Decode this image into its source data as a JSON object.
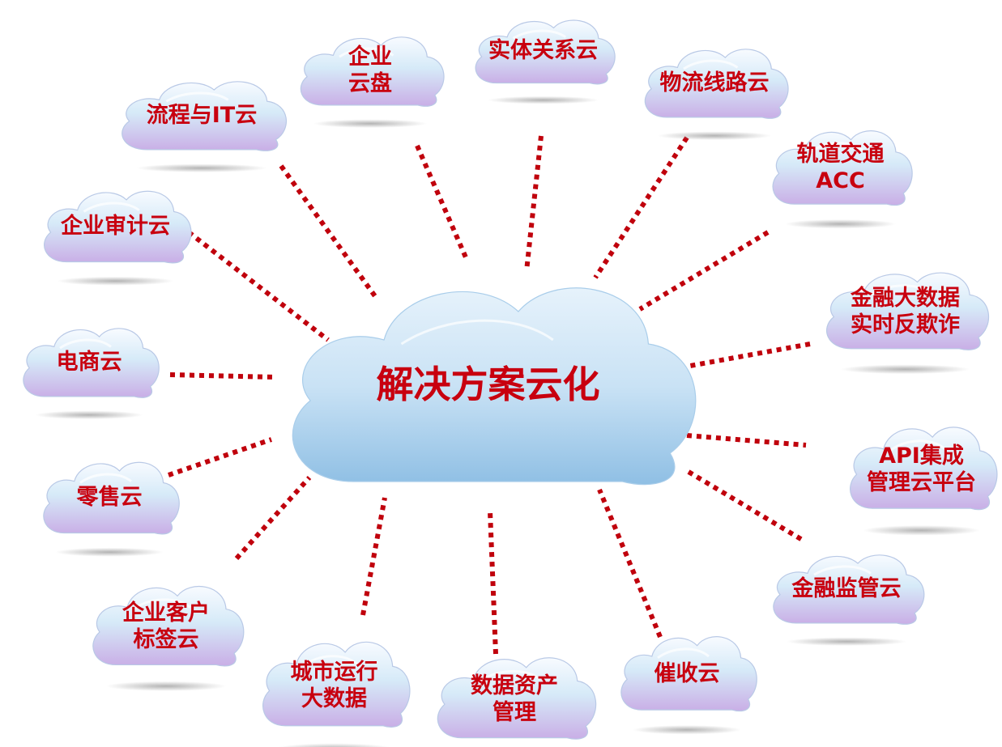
{
  "center": {
    "lines": [
      "解决方案云化"
    ]
  },
  "nodes": [
    {
      "id": "liucheng-it",
      "lines": [
        "流程与IT云"
      ]
    },
    {
      "id": "qiye-yunpan",
      "lines": [
        "企业",
        "云盘"
      ]
    },
    {
      "id": "shiti-guanxi",
      "lines": [
        "实体关系云"
      ]
    },
    {
      "id": "wuliu-xianlu",
      "lines": [
        "物流线路云"
      ]
    },
    {
      "id": "guidao-jiaotong",
      "lines": [
        "轨道交通",
        "ACC"
      ]
    },
    {
      "id": "qiye-shenji",
      "lines": [
        "企业审计云"
      ]
    },
    {
      "id": "jinrong-dashuju",
      "lines": [
        "金融大数据",
        "实时反欺诈"
      ]
    },
    {
      "id": "dianshang",
      "lines": [
        "电商云"
      ]
    },
    {
      "id": "api-jicheng",
      "lines": [
        "API集成",
        "管理云平台"
      ]
    },
    {
      "id": "lingshou",
      "lines": [
        "零售云"
      ]
    },
    {
      "id": "jinrong-jianguan",
      "lines": [
        "金融监管云"
      ]
    },
    {
      "id": "qiye-kehu",
      "lines": [
        "企业客户",
        "标签云"
      ]
    },
    {
      "id": "chengshi-yunxing",
      "lines": [
        "城市运行",
        "大数据"
      ]
    },
    {
      "id": "shuju-zichan",
      "lines": [
        "数据资产",
        "管理"
      ]
    },
    {
      "id": "cuishou",
      "lines": [
        "催收云"
      ]
    }
  ],
  "colors": {
    "label": "#c8000f",
    "connector": "#c0000c"
  }
}
